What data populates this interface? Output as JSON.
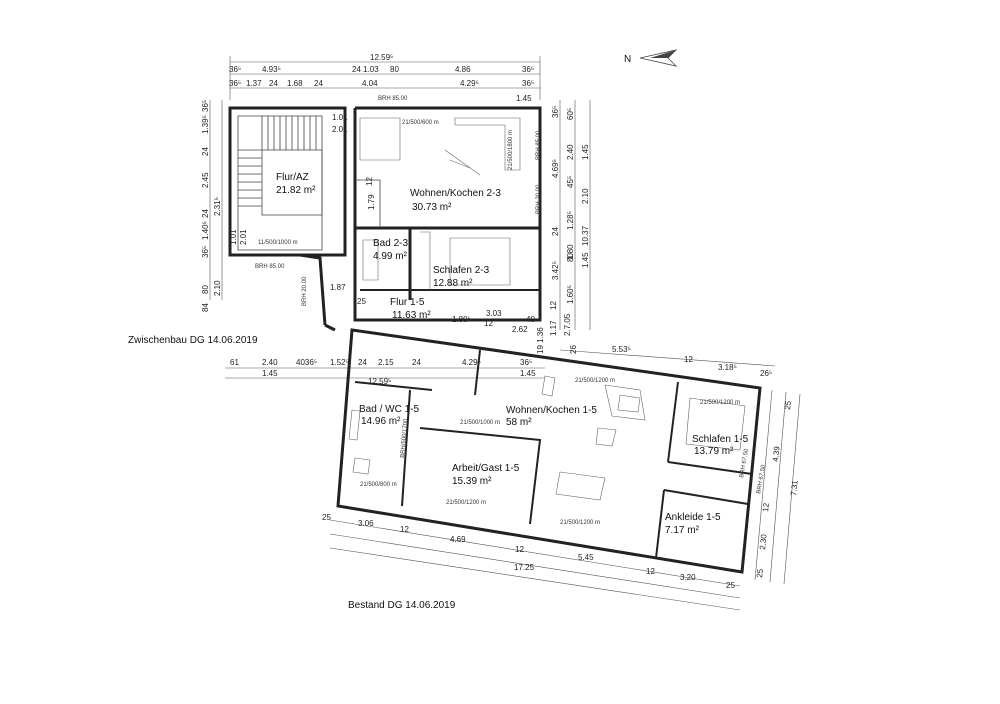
{
  "north_label": "N",
  "captions": {
    "upper": "Zwischenbau DG 14.06.2019",
    "lower": "Bestand DG 14.06.2019"
  },
  "upper_rooms": [
    {
      "name": "Wohnen/Kochen 2-3",
      "area": "30.73 m²"
    },
    {
      "name": "Bad 2-3",
      "area": "4.99 m²"
    },
    {
      "name": "Schlafen 2-3",
      "area": "12.88 m²"
    },
    {
      "name": "Flur 1-5",
      "area": "11.63 m²"
    },
    {
      "name": "Flur/AZ",
      "area": "21.82 m²"
    }
  ],
  "lower_rooms": [
    {
      "name": "Bad / WC 1-5",
      "area": "14.96 m²"
    },
    {
      "name": "Wohnen/Kochen 1-5",
      "area": "58 m²"
    },
    {
      "name": "Arbeit/Gast 1-5",
      "area": "15.39 m²"
    },
    {
      "name": "Schlafen  1-5",
      "area": "13.79 m²"
    },
    {
      "name": "Ankleide 1-5",
      "area": "7.17 m²"
    }
  ],
  "upper_top_dims": {
    "overall": "12.59⁵",
    "row1": [
      "36⁵",
      "4.93⁵",
      "24 1.03",
      "80",
      "4.86",
      "36⁵"
    ],
    "row2": [
      "36⁵",
      "1.37",
      "24",
      "1.68",
      "24",
      "4.04",
      "4.29⁵",
      "36⁵"
    ],
    "brh": "BRH 85.00",
    "right_val": "1.45"
  },
  "upper_left_dims": [
    "36⁵",
    "1.39⁵",
    "24",
    "2.45",
    "2.31⁵",
    "24",
    "1.40⁵",
    "36⁵",
    "2.10",
    "80",
    "84"
  ],
  "upper_right_dims": [
    "36⁵",
    "60⁵",
    "2.40",
    "1.45",
    "4.69⁵",
    "45⁵",
    "2.10",
    "1.28⁵",
    "10.37",
    "80",
    "1.80",
    "1.45",
    "3.42⁵",
    "1.60⁵",
    "24"
  ],
  "upper_inner_labels": [
    "1.01",
    "2.01",
    "1.01",
    "2.01",
    "1.79",
    "12",
    "1.87",
    "25",
    "1.80⁵",
    "3.03",
    "12",
    "2.62",
    "40",
    "11/500/1000 m",
    "BRH 85.00",
    "BRH 20.00",
    "21/500/600 m",
    "21/500/1800 m",
    "BRH 85.00",
    "BRH 20.00"
  ],
  "middle_dims": {
    "row1": [
      "61",
      "2.40",
      "4036⁵",
      "1.52⁵",
      "24",
      "2.15",
      "24",
      "4.29⁵",
      "36⁵"
    ],
    "row2": [
      "1.45",
      "12.59⁵",
      "1.45"
    ],
    "right": [
      "5.53⁵",
      "12",
      "3.18⁵",
      "26⁵"
    ],
    "left_stack": [
      "19 1.36",
      "26",
      "1.17",
      "12",
      "2.7.05"
    ]
  },
  "lower_bottom_dims": {
    "row1": [
      "25",
      "3.06",
      "12"
    ],
    "row2": [
      "4.69",
      "12",
      "5.45"
    ],
    "row3": [
      "17.25",
      "12",
      "3.20",
      "25"
    ]
  },
  "lower_right_dims": [
    "25",
    "4.39",
    "7.31",
    "12",
    "2.30",
    "25"
  ],
  "lower_inner_labels": [
    "21/500/1000 m",
    "21/500/1200 m",
    "21/500/1200 m",
    "21/500/800 m",
    "21/500/1200 m",
    "21/500/1200 m",
    "BRH 67.50",
    "BRH 67.50",
    "BRH/500/1700"
  ]
}
